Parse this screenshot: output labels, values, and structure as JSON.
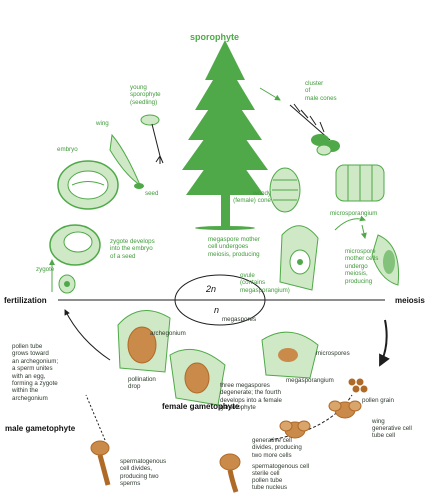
{
  "colors": {
    "green": "#4fa948",
    "pale_green": "#cfe8c5",
    "brown": "#b06a28",
    "dark": "#1e1e1e"
  },
  "labels": {
    "sporophyte": "sporophyte",
    "young_sporophyte": "young\nsporophyte\n(seedling)",
    "wing_top": "wing",
    "embryo": "embryo",
    "seed": "seed",
    "cluster": "cluster\nof\nmale cones",
    "woody_cone": "woody\n(female) cone",
    "microsporangium_top": "microsporangium",
    "zygote_develops": "zygote develops\ninto the embryo\nof a seed",
    "zygote": "zygote",
    "megaspore_mother": "megaspore mother\ncell undergoes\nmeiosis, producing",
    "microspore_mother": "microspore\nmother cells\nundergo\nmeiosis,\nproducing",
    "ovule": "ovule\n(contains\nmegasporangium)",
    "fertilization": "fertilization",
    "two_n": "2n",
    "n": "n",
    "meiosis": "meiosis",
    "archegonium": "archegonium",
    "megaspores": "megaspores",
    "microspores": "microspores",
    "megasporangium": "megasporangium",
    "pollen_tube_text": "pollen tube\ngrows toward\nan archegonium;\na sperm unites\nwith an egg,\nforming a zygote\nwithin the\narchegonium",
    "pollination_drop": "pollination\ndrop",
    "three_megaspores": "three megaspores\ndegenerate; the fourth\ndevelops into a female\ngametophyte",
    "female_gametophyte": "female\ngametophyte",
    "pollen_grain": "pollen grain",
    "wing_bottom": "wing",
    "generative_cell_bottom": "generative cell",
    "tube_cell_bottom": "tube cell",
    "generative_divides": "generative cell\ndivides, producing\ntwo more cells",
    "male_gametophyte": "male\ngametophyte",
    "spermatogenous_divides": "spermatogenous\ncell divides,\nproducing two\nsperms",
    "spermatogenous_cell": "spermatogenous cell",
    "sterile_cell": "sterile cell",
    "pollen_tube": "pollen tube",
    "tube_nucleus": "tube nucleus"
  }
}
